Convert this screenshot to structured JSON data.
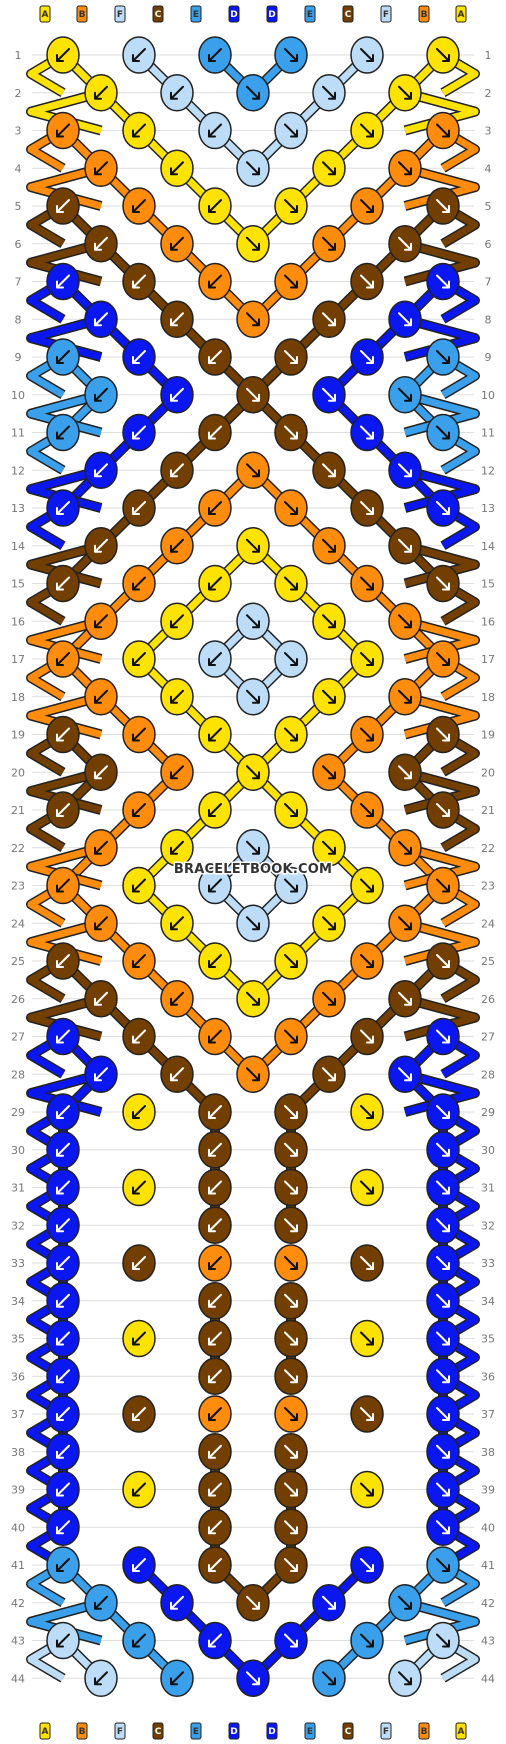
{
  "pattern": {
    "watermark": "BRACELETBOOK.COM",
    "strand_labels": [
      "A",
      "B",
      "F",
      "C",
      "E",
      "D",
      "D",
      "E",
      "C",
      "F",
      "B",
      "A"
    ],
    "row_count": 44,
    "colors": {
      "A": "#ffe300",
      "B": "#ff8c0d",
      "C": "#733f00",
      "D": "#0b17f0",
      "E": "#3aa0ec",
      "F": "#bcdcf7"
    },
    "palette_names": {
      "A": "yellow",
      "B": "orange",
      "C": "brown",
      "D": "blue",
      "E": "sky-blue",
      "F": "light-blue"
    },
    "knot_rows": [
      [
        "A",
        "F",
        "E",
        "E",
        "F",
        "A"
      ],
      [
        "A",
        "F",
        "E",
        "F",
        "A"
      ],
      [
        "B",
        "A",
        "F",
        "F",
        "A",
        "B"
      ],
      [
        "B",
        "A",
        "F",
        "A",
        "B"
      ],
      [
        "C",
        "B",
        "A",
        "A",
        "B",
        "C"
      ],
      [
        "C",
        "B",
        "A",
        "B",
        "C"
      ],
      [
        "D",
        "C",
        "B",
        "B",
        "C",
        "D"
      ],
      [
        "D",
        "C",
        "B",
        "C",
        "D"
      ],
      [
        "E",
        "D",
        "C",
        "C",
        "D",
        "E"
      ],
      [
        "E",
        "D",
        "C",
        "D",
        "E"
      ],
      [
        "E",
        "D",
        "C",
        "C",
        "D",
        "E"
      ],
      [
        "D",
        "C",
        "B",
        "C",
        "D"
      ],
      [
        "D",
        "C",
        "B",
        "B",
        "C",
        "D"
      ],
      [
        "C",
        "B",
        "A",
        "B",
        "C"
      ],
      [
        "C",
        "B",
        "A",
        "A",
        "B",
        "C"
      ],
      [
        "B",
        "A",
        "F",
        "A",
        "B"
      ],
      [
        "B",
        "A",
        "F",
        "F",
        "A",
        "B"
      ],
      [
        "B",
        "A",
        "F",
        "A",
        "B"
      ],
      [
        "C",
        "B",
        "A",
        "A",
        "B",
        "C"
      ],
      [
        "C",
        "B",
        "A",
        "B",
        "C"
      ],
      [
        "C",
        "B",
        "A",
        "A",
        "B",
        "C"
      ],
      [
        "B",
        "A",
        "F",
        "A",
        "B"
      ],
      [
        "B",
        "A",
        "F",
        "F",
        "A",
        "B"
      ],
      [
        "B",
        "A",
        "F",
        "A",
        "B"
      ],
      [
        "C",
        "B",
        "A",
        "A",
        "B",
        "C"
      ],
      [
        "C",
        "B",
        "A",
        "B",
        "C"
      ],
      [
        "D",
        "C",
        "B",
        "B",
        "C",
        "D"
      ],
      [
        "D",
        "C",
        "B",
        "C",
        "D"
      ],
      [
        "D",
        "A",
        "C",
        "C",
        "A",
        "D"
      ],
      [
        "D",
        "C",
        "C",
        "D"
      ],
      [
        "D",
        "A",
        "C",
        "C",
        "A",
        "D"
      ],
      [
        "D",
        "C",
        "C",
        "D"
      ],
      [
        "D",
        "C",
        "B",
        "B",
        "C",
        "D"
      ],
      [
        "D",
        "C",
        "C",
        "D"
      ],
      [
        "D",
        "A",
        "C",
        "C",
        "A",
        "D"
      ],
      [
        "D",
        "C",
        "C",
        "D"
      ],
      [
        "D",
        "C",
        "B",
        "B",
        "C",
        "D"
      ],
      [
        "D",
        "C",
        "C",
        "D"
      ],
      [
        "D",
        "A",
        "C",
        "C",
        "A",
        "D"
      ],
      [
        "D",
        "C",
        "C",
        "D"
      ],
      [
        "E",
        "D",
        "C",
        "C",
        "D",
        "E"
      ],
      [
        "E",
        "D",
        "C",
        "D",
        "E"
      ],
      [
        "F",
        "E",
        "D",
        "D",
        "E",
        "F"
      ],
      [
        "F",
        "E",
        "D",
        "E",
        "F"
      ]
    ]
  }
}
